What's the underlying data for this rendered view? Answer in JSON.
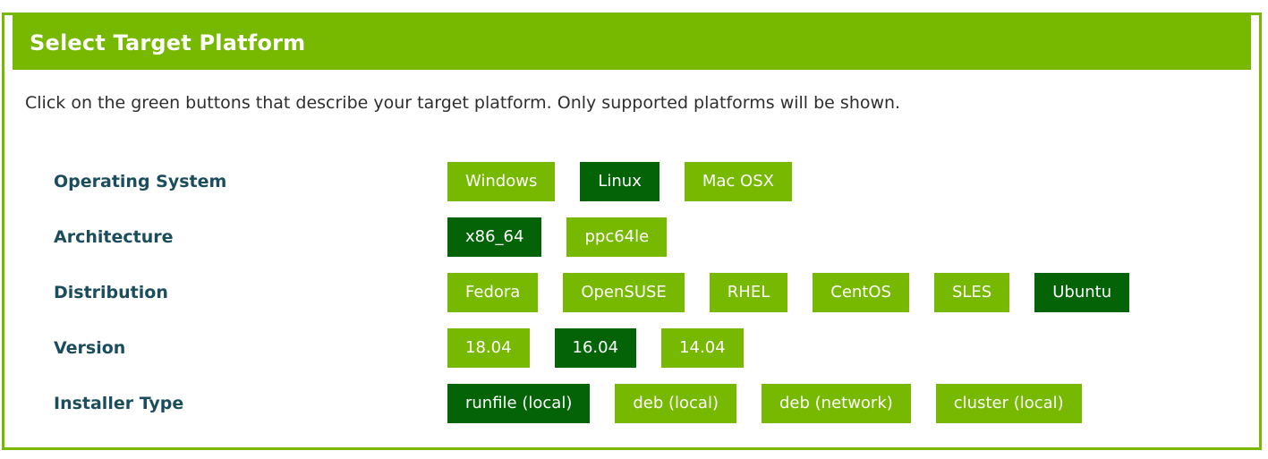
{
  "header": {
    "title": "Select Target Platform"
  },
  "instruction": "Click on the green buttons that describe your target platform. Only supported platforms will be shown.",
  "colors": {
    "accent_green": "#76b900",
    "selected_green": "#046307",
    "label_teal": "#1b4d5c"
  },
  "rows": [
    {
      "id": "operating-system",
      "label": "Operating System",
      "options": [
        {
          "label": "Windows",
          "selected": false
        },
        {
          "label": "Linux",
          "selected": true
        },
        {
          "label": "Mac OSX",
          "selected": false
        }
      ]
    },
    {
      "id": "architecture",
      "label": "Architecture",
      "options": [
        {
          "label": "x86_64",
          "selected": true
        },
        {
          "label": "ppc64le",
          "selected": false
        }
      ]
    },
    {
      "id": "distribution",
      "label": "Distribution",
      "options": [
        {
          "label": "Fedora",
          "selected": false
        },
        {
          "label": "OpenSUSE",
          "selected": false
        },
        {
          "label": "RHEL",
          "selected": false
        },
        {
          "label": "CentOS",
          "selected": false
        },
        {
          "label": "SLES",
          "selected": false
        },
        {
          "label": "Ubuntu",
          "selected": true
        }
      ]
    },
    {
      "id": "version",
      "label": "Version",
      "options": [
        {
          "label": "18.04",
          "selected": false
        },
        {
          "label": "16.04",
          "selected": true
        },
        {
          "label": "14.04",
          "selected": false
        }
      ]
    },
    {
      "id": "installer-type",
      "label": "Installer Type",
      "options": [
        {
          "label": "runfile (local)",
          "selected": true
        },
        {
          "label": "deb (local)",
          "selected": false
        },
        {
          "label": "deb (network)",
          "selected": false
        },
        {
          "label": "cluster (local)",
          "selected": false
        }
      ]
    }
  ]
}
